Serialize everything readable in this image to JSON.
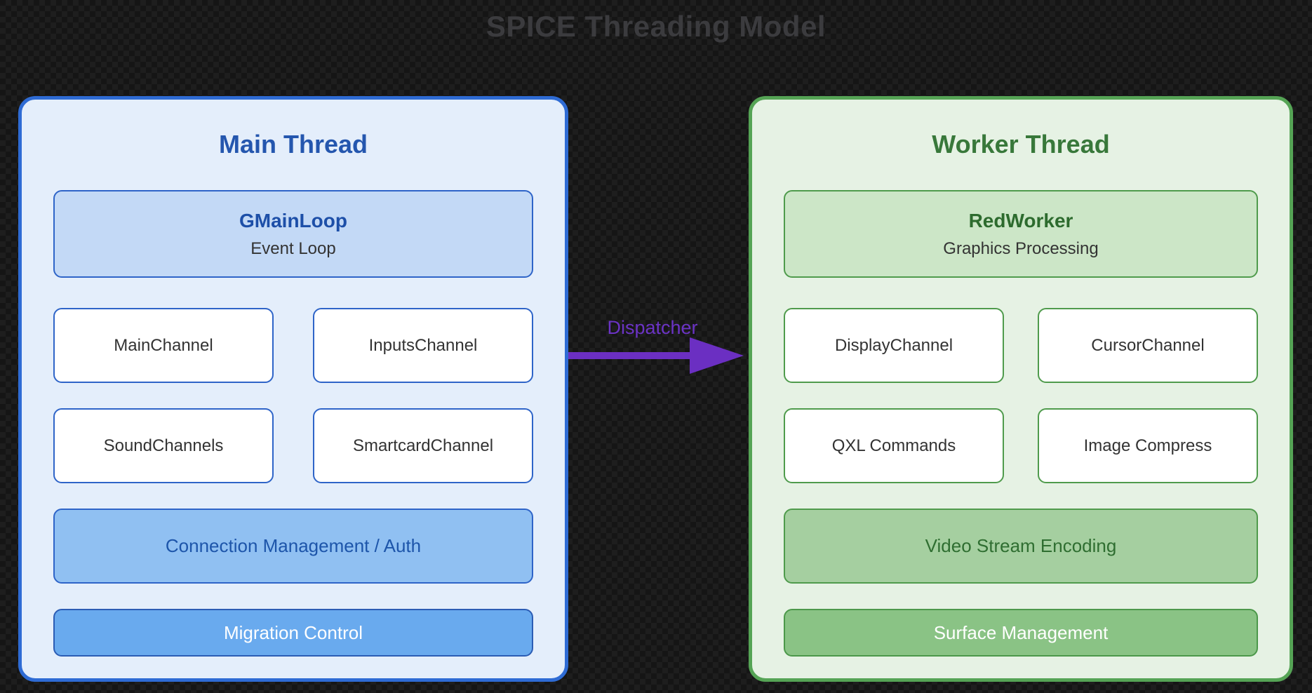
{
  "title": "SPICE Threading Model",
  "colors": {
    "background": "#151515",
    "background_check": "#1e1e1e",
    "title_text": "#3b3b3e",
    "blue_accent": "#2e6bd4",
    "green_accent": "#55a455",
    "purple_accent": "#6b2fc2"
  },
  "main_thread": {
    "heading": "Main Thread",
    "primary": {
      "title": "GMainLoop",
      "subtitle": "Event Loop"
    },
    "channels": [
      "MainChannel",
      "InputsChannel",
      "SoundChannels",
      "SmartcardChannel"
    ],
    "connection_box": "Connection Management / Auth",
    "migration_box": "Migration Control"
  },
  "worker_thread": {
    "heading": "Worker Thread",
    "primary": {
      "title": "RedWorker",
      "subtitle": "Graphics Processing"
    },
    "channels": [
      "DisplayChannel",
      "CursorChannel",
      "QXL Commands",
      "Image Compress"
    ],
    "video_box": "Video Stream Encoding",
    "surface_box": "Surface Management"
  },
  "connector": {
    "label": "Dispatcher"
  }
}
